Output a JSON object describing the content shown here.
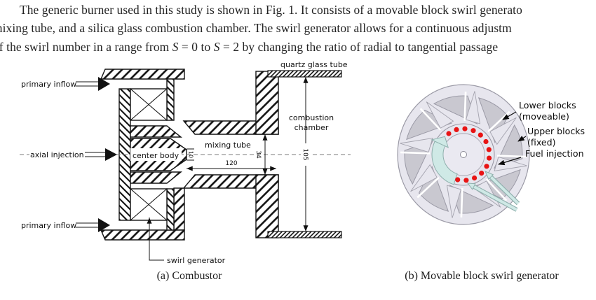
{
  "paragraph": {
    "line1": "The generic burner used in this study is shown in Fig. 1. It consists of a movable block swirl generato",
    "line2": "mixing tube, and a silica glass combustion chamber. The swirl generator allows for a continuous adjustm",
    "line3_pre": "of the swirl number in a range from ",
    "line3_s1": "S",
    "line3_mid": " = 0 to ",
    "line3_s2": "S",
    "line3_post": " = 2 by changing the ratio of radial to tangential passage"
  },
  "combustor": {
    "caption": "(a) Combustor",
    "labels": {
      "primary_inflow_top": "primary inflow",
      "primary_inflow_bottom": "primary inflow",
      "axial_injection": "axial injection",
      "center_body": "center body",
      "mixing_tube": "mixing tube",
      "quartz_glass_tube": "quartz glass tube",
      "combustion_chamber_l1": "combustion",
      "combustion_chamber_l2": "chamber",
      "swirl_generator": "swirl generator"
    },
    "dimensions": {
      "tip_diameter": "10",
      "tube_length": "120",
      "tube_diameter": "34",
      "chamber_diameter": "105"
    }
  },
  "swirl": {
    "caption": "(b) Movable block swirl generator",
    "labels": {
      "lower_blocks_l1": "Lower blocks",
      "lower_blocks_l2": "(moveable)",
      "upper_blocks_l1": "Upper blocks",
      "upper_blocks_l2": "(fixed)",
      "fuel_injection": "Fuel injection"
    },
    "colors": {
      "disk": "#e7e6ee",
      "blocks": "#c9c8d0",
      "outline": "#9b9aa6",
      "fuel_dot": "#e81414",
      "flow_arrow": "#cfe9e6",
      "flow_arrow_edge": "#8fb0ad"
    }
  }
}
